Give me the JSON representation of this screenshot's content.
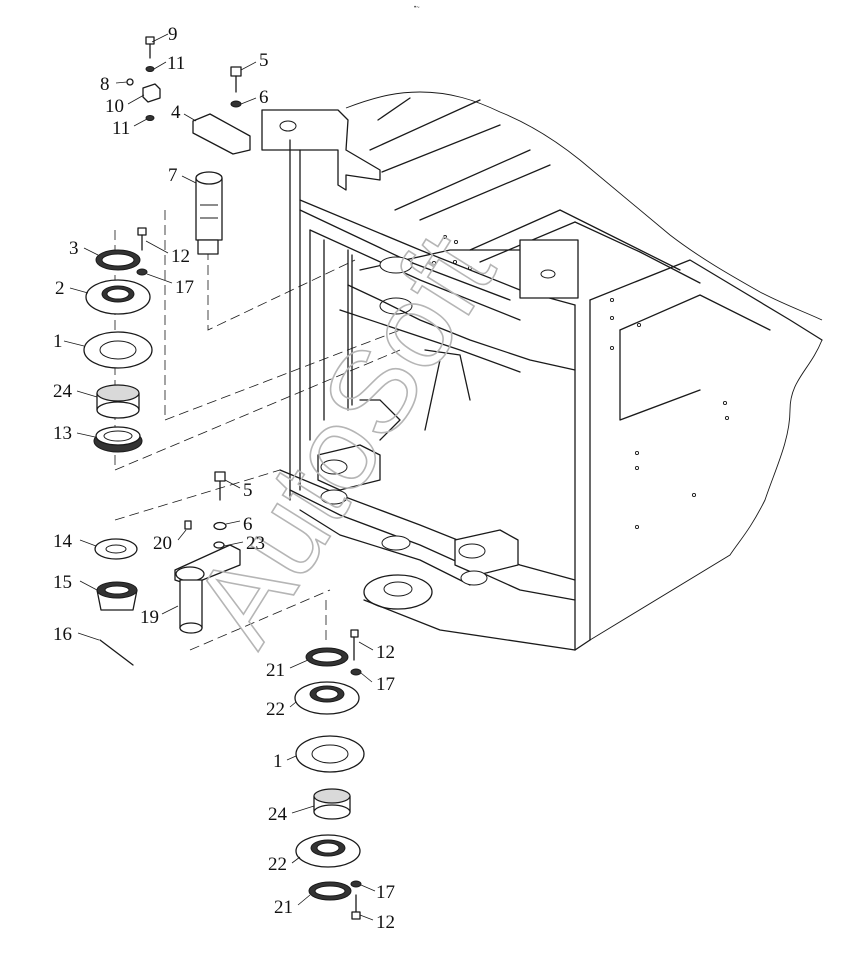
{
  "header_mark": "•~",
  "watermark": "AutoSoft",
  "callouts": [
    {
      "id": "c9a",
      "text": "9"
    },
    {
      "id": "c11a",
      "text": "11"
    },
    {
      "id": "c8",
      "text": "8"
    },
    {
      "id": "c10",
      "text": "10"
    },
    {
      "id": "c11b",
      "text": "11"
    },
    {
      "id": "c5a",
      "text": "5"
    },
    {
      "id": "c6a",
      "text": "6"
    },
    {
      "id": "c4",
      "text": "4"
    },
    {
      "id": "c7",
      "text": "7"
    },
    {
      "id": "c3",
      "text": "3"
    },
    {
      "id": "c12a",
      "text": "12"
    },
    {
      "id": "c2",
      "text": "2"
    },
    {
      "id": "c17a",
      "text": "17"
    },
    {
      "id": "c1a",
      "text": "1"
    },
    {
      "id": "c24a",
      "text": "24"
    },
    {
      "id": "c13",
      "text": "13"
    },
    {
      "id": "c5b",
      "text": "5"
    },
    {
      "id": "c6b",
      "text": "6"
    },
    {
      "id": "c20",
      "text": "20"
    },
    {
      "id": "c23",
      "text": "23"
    },
    {
      "id": "c14",
      "text": "14"
    },
    {
      "id": "c15",
      "text": "15"
    },
    {
      "id": "c19",
      "text": "19"
    },
    {
      "id": "c16",
      "text": "16"
    },
    {
      "id": "c12b",
      "text": "12"
    },
    {
      "id": "c21a",
      "text": "21"
    },
    {
      "id": "c17b",
      "text": "17"
    },
    {
      "id": "c22a",
      "text": "22"
    },
    {
      "id": "c1b",
      "text": "1"
    },
    {
      "id": "c24b",
      "text": "24"
    },
    {
      "id": "c22b",
      "text": "22"
    },
    {
      "id": "c17c",
      "text": "17"
    },
    {
      "id": "c21b",
      "text": "21"
    },
    {
      "id": "c12c",
      "text": "12"
    }
  ]
}
